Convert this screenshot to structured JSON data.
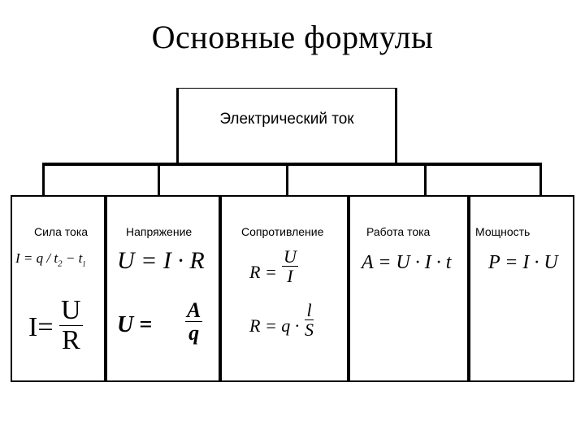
{
  "title": "Основные формулы",
  "root": {
    "label": "Электрический ток"
  },
  "columns": [
    {
      "label": "Сила тока",
      "formula1": "I = q / t",
      "formula1_sub": "2",
      "formula1_tail": " − t",
      "formula1_tail_sub": "1",
      "formula2_lhs": "I=",
      "formula2_num": "U",
      "formula2_den": "R"
    },
    {
      "label": "Напряжение",
      "formula1": "U = I · R",
      "formula2_lhs": "U =",
      "formula2_num": "A",
      "formula2_den": "q"
    },
    {
      "label": "Сопротивление",
      "formula1_lhs": "R =",
      "formula1_num": "U",
      "formula1_den": "I",
      "formula2_lhs": "R = q ·",
      "formula2_num": "l",
      "formula2_den": "S"
    },
    {
      "label": "Работа тока",
      "formula1": "A = U · I · t"
    },
    {
      "label": "Мощность",
      "formula1": "P = I · U"
    }
  ]
}
